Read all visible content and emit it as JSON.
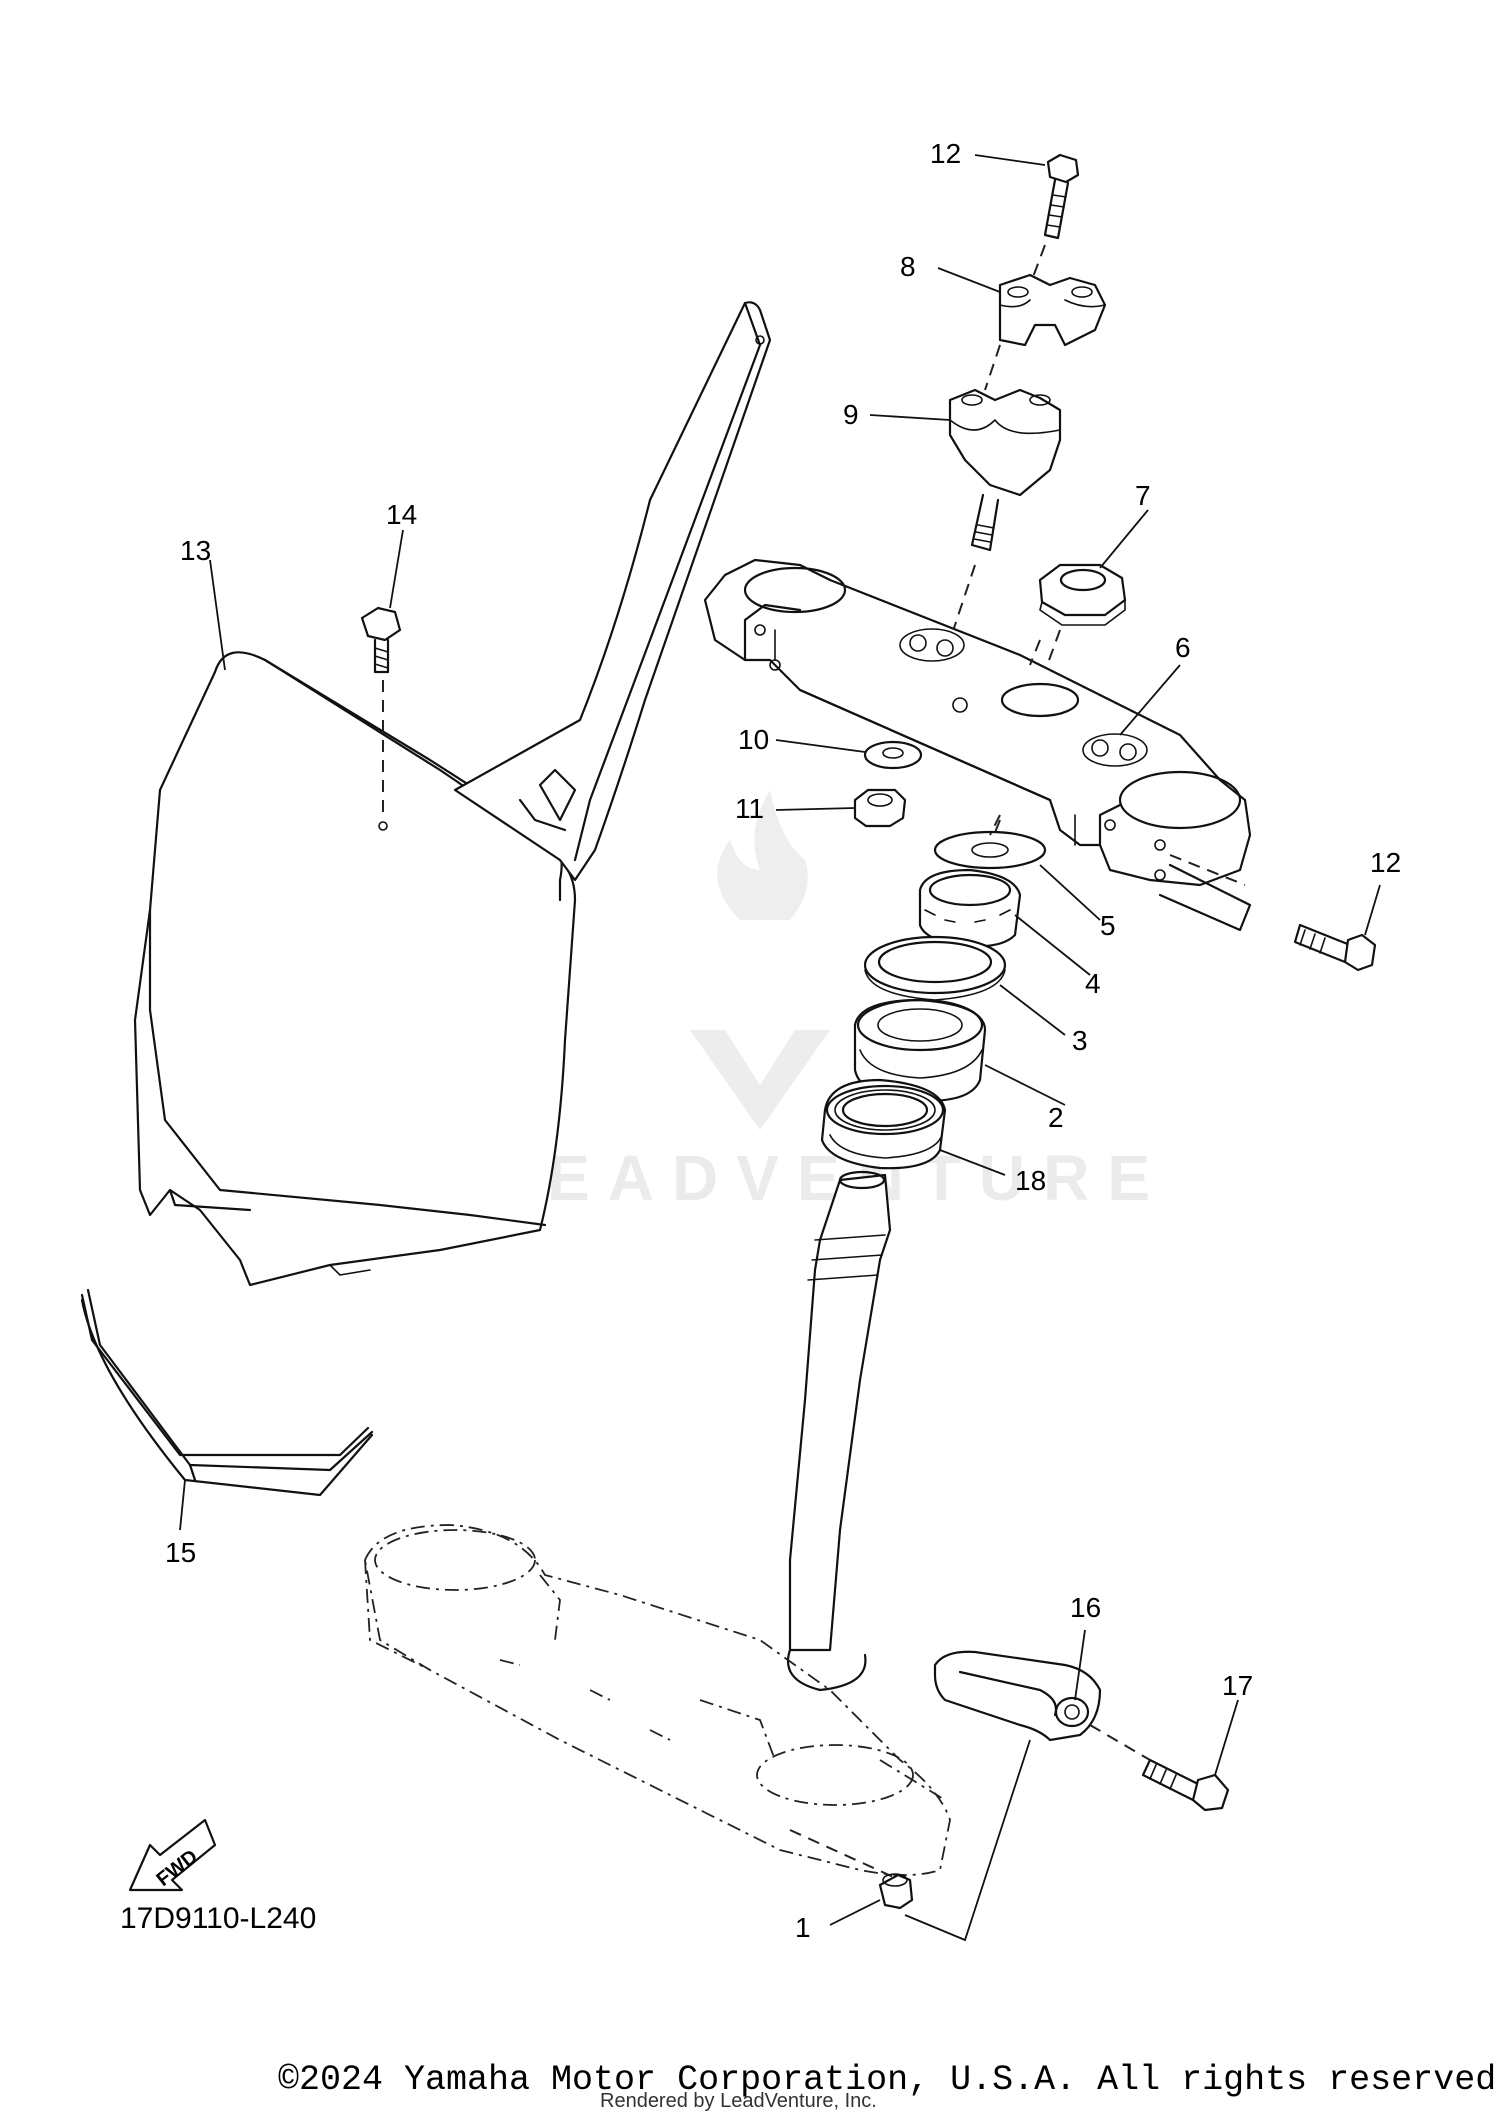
{
  "diagram": {
    "part_labels": {
      "p1": "1",
      "p2": "2",
      "p3": "3",
      "p4": "4",
      "p5": "5",
      "p6": "6",
      "p7": "7",
      "p8": "8",
      "p9": "9",
      "p10": "10",
      "p11": "11",
      "p12a": "12",
      "p12b": "12",
      "p13": "13",
      "p14": "14",
      "p15": "15",
      "p16": "16",
      "p17": "17",
      "p18": "18"
    },
    "fwd_label": "FWD",
    "drawing_code": "17D9110-L240",
    "watermark": "LEADVENTURE"
  },
  "footer": {
    "copyright": "©2024 Yamaha Motor Corporation, U.S.A. All rights reserved.",
    "rendered_by": "Rendered by LeadVenture, Inc."
  }
}
